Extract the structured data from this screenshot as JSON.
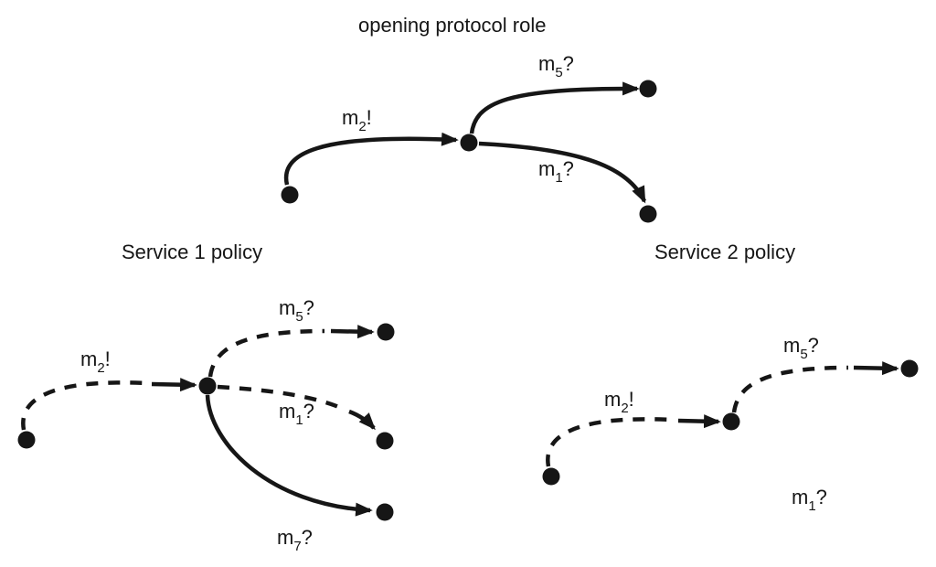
{
  "background": "#ffffff",
  "ink": "#161616",
  "titles": {
    "protocol": "opening protocol role",
    "service1": "Service 1 policy",
    "service2": "Service 2 policy"
  },
  "protocol": {
    "edges": [
      {
        "message": "m2",
        "base": "m",
        "sub": "2",
        "op": "!",
        "style": "solid"
      },
      {
        "message": "m5",
        "base": "m",
        "sub": "5",
        "op": "?",
        "style": "solid"
      },
      {
        "message": "m1",
        "base": "m",
        "sub": "1",
        "op": "?",
        "style": "solid"
      }
    ]
  },
  "service1": {
    "edges": [
      {
        "message": "m2",
        "base": "m",
        "sub": "2",
        "op": "!",
        "style": "dashed"
      },
      {
        "message": "m5",
        "base": "m",
        "sub": "5",
        "op": "?",
        "style": "dashed"
      },
      {
        "message": "m1",
        "base": "m",
        "sub": "1",
        "op": "?",
        "style": "dashed"
      },
      {
        "message": "m7",
        "base": "m",
        "sub": "7",
        "op": "?",
        "style": "solid"
      }
    ]
  },
  "service2": {
    "edges": [
      {
        "message": "m2",
        "base": "m",
        "sub": "2",
        "op": "!",
        "style": "dashed"
      },
      {
        "message": "m5",
        "base": "m",
        "sub": "5",
        "op": "?",
        "style": "dashed"
      }
    ],
    "floating": {
      "base": "m",
      "sub": "1",
      "op": "?"
    }
  }
}
